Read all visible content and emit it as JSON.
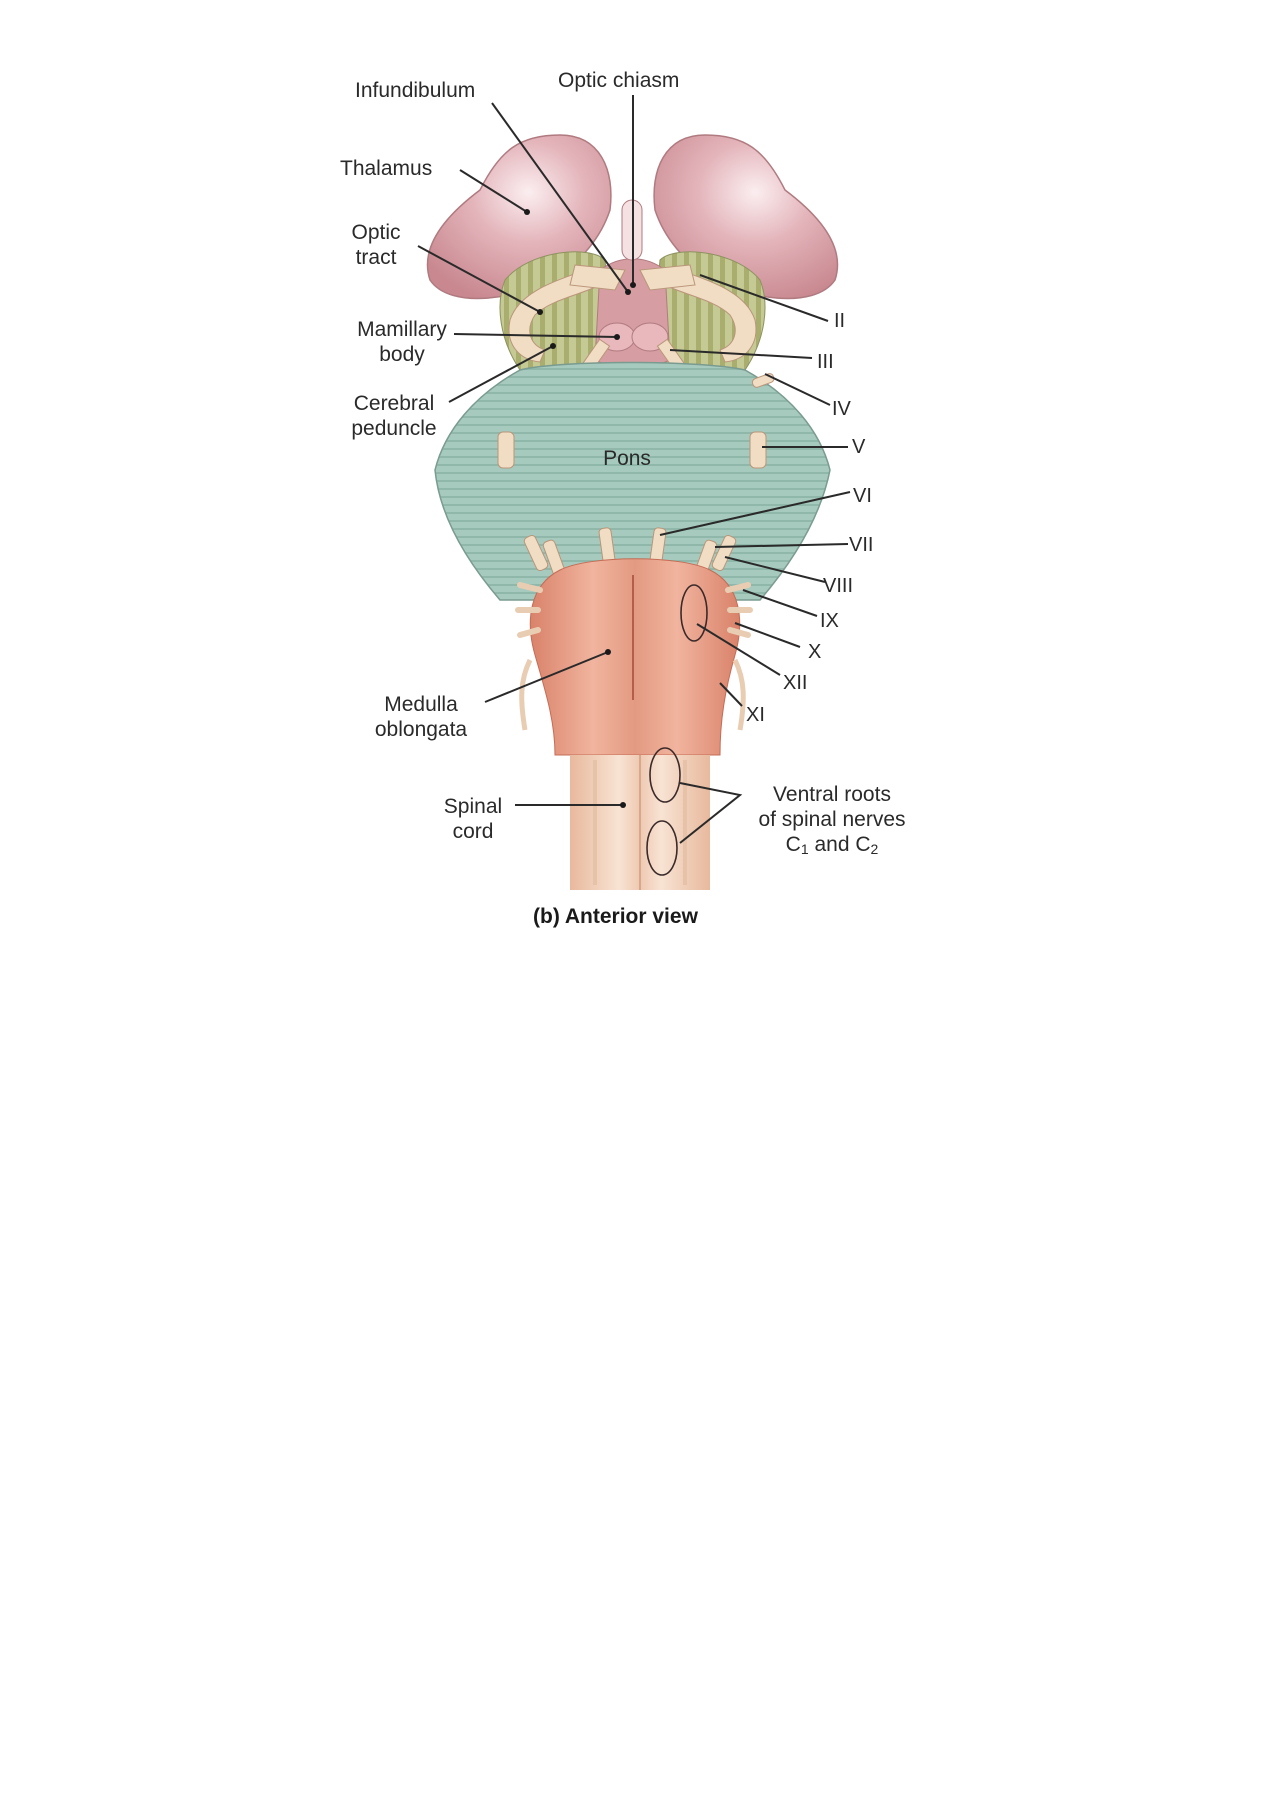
{
  "figure": {
    "caption": "(b) Anterior view",
    "structures": {
      "infundibulum": "Infundibulum",
      "optic_chiasm": "Optic chiasm",
      "thalamus": "Thalamus",
      "optic_tract_1": "Optic",
      "optic_tract_2": "tract",
      "mamillary_1": "Mamillary",
      "mamillary_2": "body",
      "cerebral_1": "Cerebral",
      "cerebral_2": "peduncle",
      "pons": "Pons",
      "medulla_1": "Medulla",
      "medulla_2": "oblongata",
      "spinal_1": "Spinal",
      "spinal_2": "cord",
      "ventral_1": "Ventral roots",
      "ventral_2": "of spinal nerves",
      "ventral_3_a": "C",
      "ventral_3_sub1": "1",
      "ventral_3_b": " and C",
      "ventral_3_sub2": "2"
    },
    "cranial_nerves": [
      "II",
      "III",
      "IV",
      "V",
      "VI",
      "VII",
      "VIII",
      "IX",
      "X",
      "XII",
      "XI"
    ],
    "colors": {
      "thalamus": "#d9a2a8",
      "peduncle": "#b9bf86",
      "pons": "#9fc4b8",
      "medulla": "#e49a82",
      "spinal_cord": "#f3d3bf",
      "nerve": "#f1dcc4",
      "leader": "#2a2a2a"
    }
  }
}
